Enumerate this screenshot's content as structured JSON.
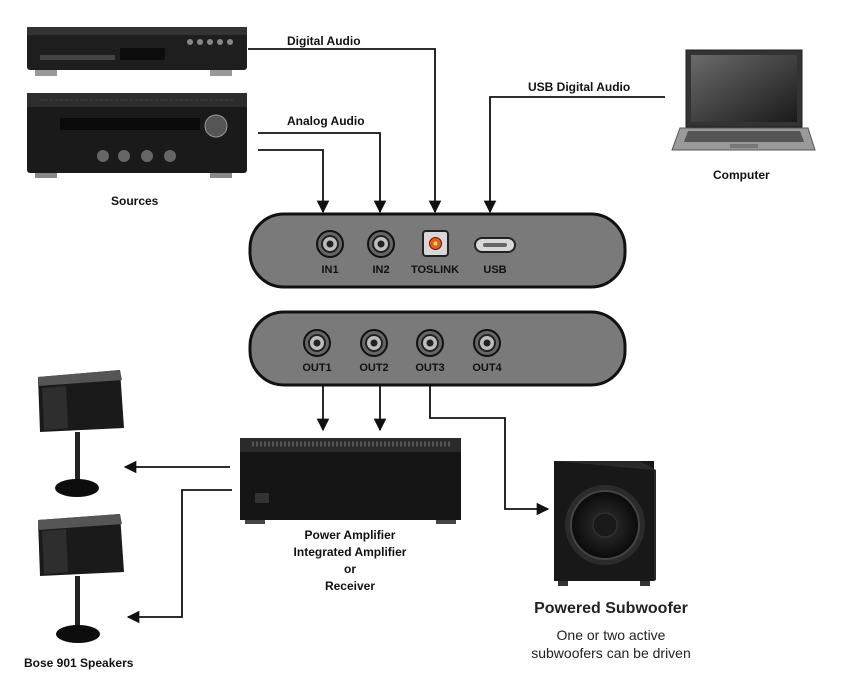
{
  "labels": {
    "digital_audio": "Digital Audio",
    "analog_audio": "Analog Audio",
    "usb_digital_audio": "USB Digital Audio",
    "sources": "Sources",
    "computer": "Computer",
    "amplifier_line1": "Power Amplifier",
    "amplifier_line2": "Integrated Amplifier",
    "amplifier_line3": "or",
    "amplifier_line4": "Receiver",
    "speakers": "Bose 901 Speakers",
    "subwoofer_title": "Powered Subwoofer",
    "subwoofer_desc1": "One or two active",
    "subwoofer_desc2": "subwoofers can be driven"
  },
  "inputs": [
    "IN1",
    "IN2",
    "TOSLINK",
    "USB"
  ],
  "outputs": [
    "OUT1",
    "OUT2",
    "OUT3",
    "OUT4"
  ],
  "colors": {
    "panel_fill": "#7a7a7a",
    "panel_border": "#111111",
    "device_dark": "#1c1c1c",
    "toslink_accent": "#e06010",
    "line": "#111111"
  }
}
